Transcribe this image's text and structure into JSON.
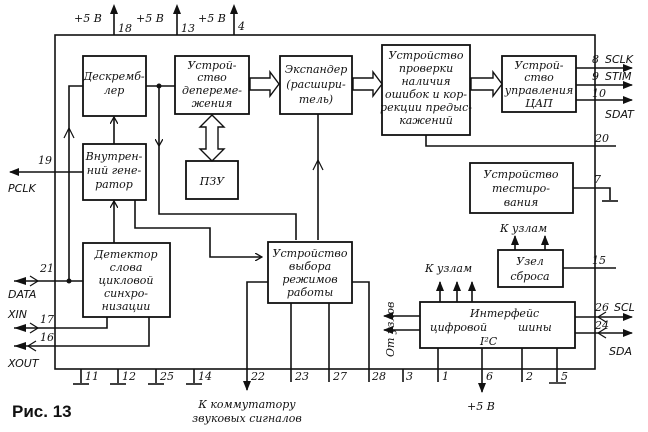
{
  "figure": {
    "caption": "Рис. 13",
    "blocks": {
      "descrambler": [
        "Дескремб-",
        "лер"
      ],
      "deinterleaver": [
        "Устрой-",
        "ство",
        "деперeме-",
        "жения"
      ],
      "expander": [
        "Экспандер",
        "(расшири-",
        "тель)"
      ],
      "error_check": [
        "Устройство",
        "проверки",
        "наличия",
        "ошибок и кор-",
        "рекции предыс-",
        "кажений"
      ],
      "dac_control": [
        "Устрой-",
        "ство",
        "управления",
        "ЦАП"
      ],
      "rom": [
        "ПЗУ"
      ],
      "internal_generator": [
        "Внутрен-",
        "ний гене-",
        "ратор"
      ],
      "test_device": [
        "Устройство",
        "тестиро-",
        "вания"
      ],
      "sync_detector": [
        "Детектор",
        "слова",
        "цикловой",
        "синхро-",
        "низации"
      ],
      "mode_select": [
        "Устройство",
        "выбора",
        "режимов",
        "работы"
      ],
      "reset": [
        "Узел",
        "сброса"
      ],
      "i2c_interface": [
        "Интерфейс",
        "цифровой",
        "шины",
        "I²C"
      ]
    },
    "power": {
      "label": "+5 В",
      "top_pins": [
        "18",
        "13",
        "4"
      ],
      "bottom_pin": "6"
    },
    "signals": {
      "sclk": {
        "pin": "8",
        "name": "SCLK"
      },
      "stim": {
        "pin": "9",
        "name": "STIM"
      },
      "sdat": {
        "pin": "10",
        "name": "SDAT"
      },
      "pin20": {
        "pin": "20"
      },
      "test": {
        "pin": "7"
      },
      "reset": {
        "pin": "15"
      },
      "scl": {
        "pin": "26",
        "name": "SCL"
      },
      "sda": {
        "pin": "24",
        "name": "SDA"
      },
      "pclk": {
        "pin": "19",
        "name": "PCLK"
      },
      "data": {
        "pin": "21",
        "name": "DATA"
      },
      "xin": {
        "pin": "17",
        "name": "XIN"
      },
      "xout": {
        "pin": "16",
        "name": "XOUT"
      }
    },
    "bottom_pins": [
      "11",
      "12",
      "25",
      "14",
      "22",
      "23",
      "27",
      "28",
      "3",
      "1",
      "2",
      "5"
    ],
    "labels": {
      "to_nodes": "К узлам",
      "from_nodes": "От узлов",
      "to_switch_line1": "К коммутатору",
      "to_switch_line2": "звуковых сигналов"
    }
  }
}
